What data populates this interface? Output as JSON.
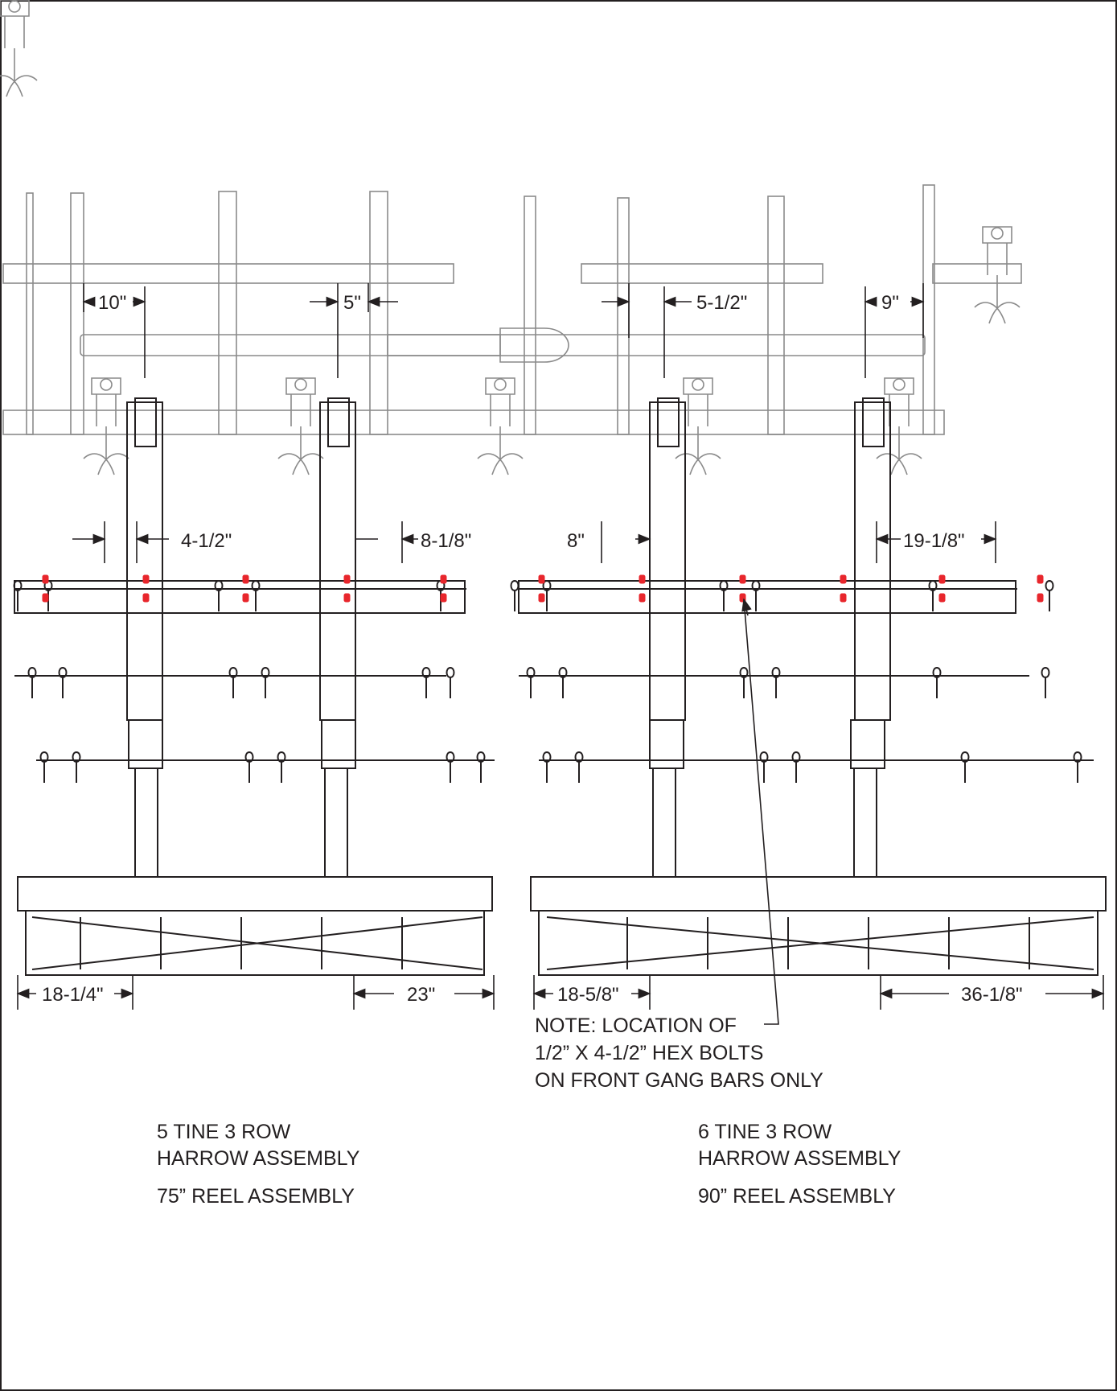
{
  "dimensions": {
    "left_top_1": "10\"",
    "left_top_2": "5\"",
    "right_top_1": "5-1/2\"",
    "right_top_2": "9\"",
    "left_mid_1": "4-1/2\"",
    "left_mid_2": "8-1/8\"",
    "right_mid_1": "8\"",
    "right_mid_2": "19-1/8\"",
    "left_bot_1": "18-1/4\"",
    "left_bot_2": "23\"",
    "right_bot_1": "18-5/8\"",
    "right_bot_2": "36-1/8\""
  },
  "note": {
    "line1": "NOTE: LOCATION OF",
    "line2": "1/2” X 4-1/2” HEX BOLTS",
    "line3": "ON FRONT GANG BARS ONLY"
  },
  "left_caption": {
    "line1": "5 TINE 3 ROW",
    "line2": "HARROW ASSEMBLY",
    "reel": "75” REEL ASSEMBLY"
  },
  "right_caption": {
    "line1": "6 TINE 3 ROW",
    "line2": "HARROW ASSEMBLY",
    "reel": "90” REEL ASSEMBLY"
  },
  "colors": {
    "line": "#231f20",
    "faded_line": "#8a8a8a",
    "bolt_highlight": "#e8262c"
  }
}
